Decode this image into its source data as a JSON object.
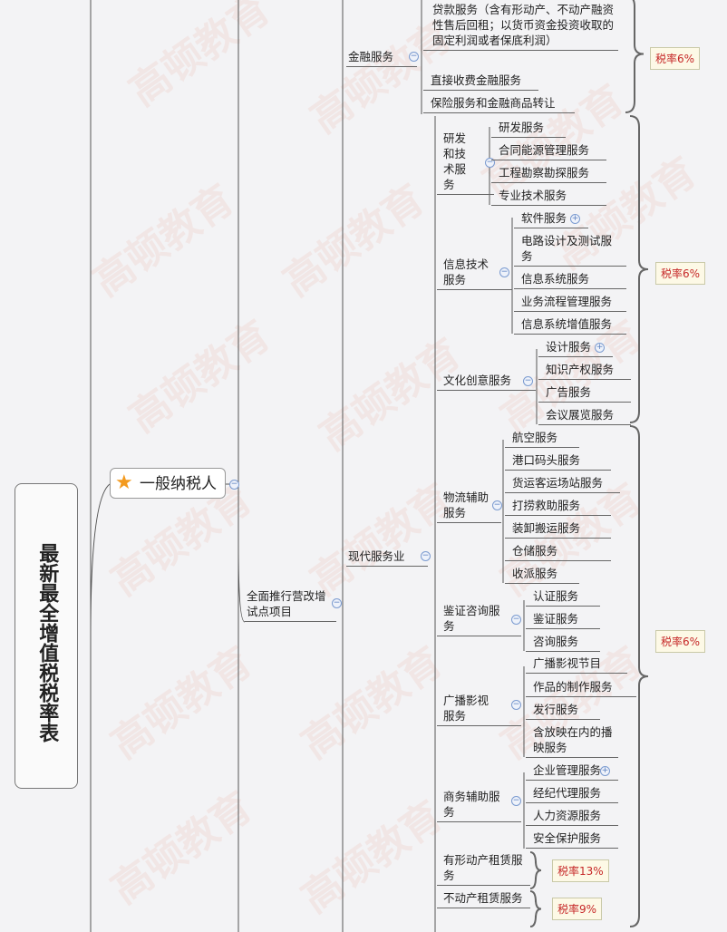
{
  "watermark": "高顿教育 GOLDEN EDUCATION",
  "root": "最新最全增值税税率表",
  "taxpayer": "一般纳税人",
  "project": "全面推行营改增试点项目",
  "finance": {
    "label": "金融服务",
    "items": [
      "贷款服务（含有形动产、不动产融资性售后回租；以货币资金投资收取的固定利润或者保底利润）",
      "直接收费金融服务",
      "保险服务和金融商品转让"
    ],
    "rate": "税率6%"
  },
  "modern": {
    "label": "现代服务业",
    "rd": {
      "label": "研发和技术服务",
      "items": [
        "研发服务",
        "合同能源管理服务",
        "工程勘察勘探服务",
        "专业技术服务"
      ]
    },
    "it": {
      "label": "信息技术服务",
      "items": [
        "软件服务",
        "电路设计及测试服务",
        "信息系统服务",
        "业务流程管理服务",
        "信息系统增值服务"
      ]
    },
    "culture": {
      "label": "文化创意服务",
      "items": [
        "设计服务",
        "知识产权服务",
        "广告服务",
        "会议展览服务"
      ]
    },
    "rate_a": "税率6%",
    "logistics": {
      "label": "物流辅助服务",
      "items": [
        "航空服务",
        "港口码头服务",
        "货运客运场站服务",
        "打捞救助服务",
        "装卸搬运服务",
        "仓储服务",
        "收派服务"
      ]
    },
    "assurance": {
      "label": "鉴证咨询服务",
      "items": [
        "认证服务",
        "鉴证服务",
        "咨询服务"
      ]
    },
    "broadcast": {
      "label": "广播影视服务",
      "items": [
        "广播影视节目",
        "作品的制作服务",
        "发行服务",
        "含放映在内的播映服务"
      ]
    },
    "business": {
      "label": "商务辅助服务",
      "items": [
        "企业管理服务",
        "经纪代理服务",
        "人力资源服务",
        "安全保护服务"
      ]
    },
    "rate_b": "税率6%",
    "tangible": {
      "label": "有形动产租赁服务",
      "rate": "税率13%"
    },
    "realestate": {
      "label": "不动产租赁服务",
      "rate": "税率9%"
    }
  },
  "icons": {
    "collapse": "−",
    "expand": "+"
  }
}
